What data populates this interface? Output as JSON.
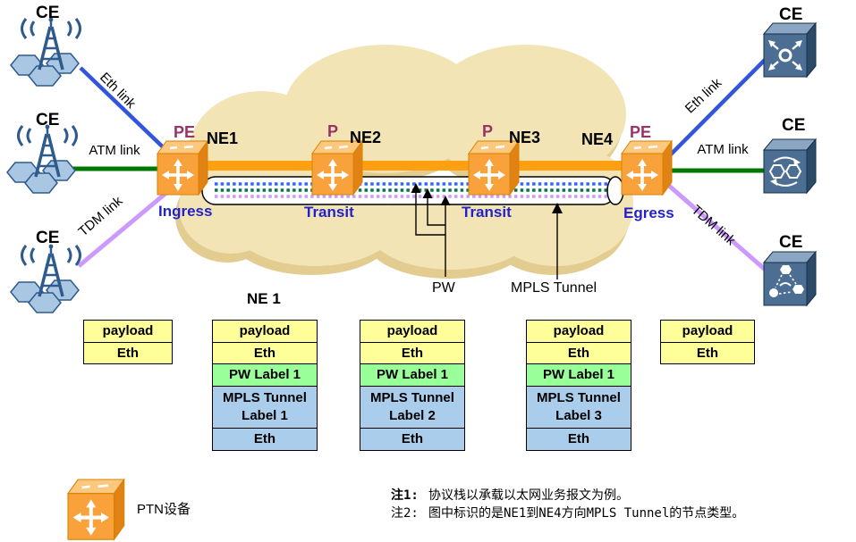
{
  "ce": {
    "label": "CE"
  },
  "links": {
    "eth": "Eth link",
    "atm": "ATM link",
    "tdm": "TDM link"
  },
  "nodes": [
    {
      "role": "PE",
      "name": "NE1",
      "direction": "Ingress"
    },
    {
      "role": "P",
      "name": "NE2",
      "direction": "Transit"
    },
    {
      "role": "P",
      "name": "NE3",
      "direction": "Transit"
    },
    {
      "role": "PE",
      "name": "NE4",
      "direction": "Egress"
    }
  ],
  "tunnel": {
    "pw": "PW",
    "mpls": "MPLS Tunnel"
  },
  "stacks": {
    "heading": "NE 1",
    "tables": [
      {
        "rows": [
          {
            "text": "payload"
          },
          {
            "text": "Eth"
          }
        ]
      },
      {
        "rows": [
          {
            "text": "payload"
          },
          {
            "text": "Eth"
          },
          {
            "text": "PW Label 1"
          },
          {
            "text": "MPLS Tunnel Label 1"
          },
          {
            "text": "Eth"
          }
        ]
      },
      {
        "rows": [
          {
            "text": "payload"
          },
          {
            "text": "Eth"
          },
          {
            "text": "PW Label 1"
          },
          {
            "text": "MPLS Tunnel Label 2"
          },
          {
            "text": "Eth"
          }
        ]
      },
      {
        "rows": [
          {
            "text": "payload"
          },
          {
            "text": "Eth"
          },
          {
            "text": "PW Label 1"
          },
          {
            "text": "MPLS Tunnel Label 3"
          },
          {
            "text": "Eth"
          }
        ]
      },
      {
        "rows": [
          {
            "text": "payload"
          },
          {
            "text": "Eth"
          }
        ]
      }
    ]
  },
  "legend": {
    "label": "PTN设备"
  },
  "notes": [
    {
      "tag": "注1:",
      "text": "协议栈以承载以太网业务报文为例。"
    },
    {
      "tag": "注2:",
      "text": "图中标识的是NE1到NE4方向MPLS Tunnel的节点类型。"
    }
  ],
  "colors": {
    "cloud": "#F3E4B6",
    "cloud_shadow": "#E3CC90",
    "lsp_bar": "#FFA013",
    "eth_link": "#3355DD",
    "atm_link": "#007700",
    "tdm_link": "#CC99FF",
    "pw_eth": "#3366FF",
    "pw_atm": "#007744",
    "pw_tdm": "#CC99FF",
    "role_label": "#993366",
    "direction_label": "#2222CC",
    "cell_yellow": "#FFFF99",
    "cell_green": "#99FF99",
    "cell_blue": "#A9CDEB",
    "device_orange": "#F9A13A",
    "device_blue": "#4C6E93"
  }
}
